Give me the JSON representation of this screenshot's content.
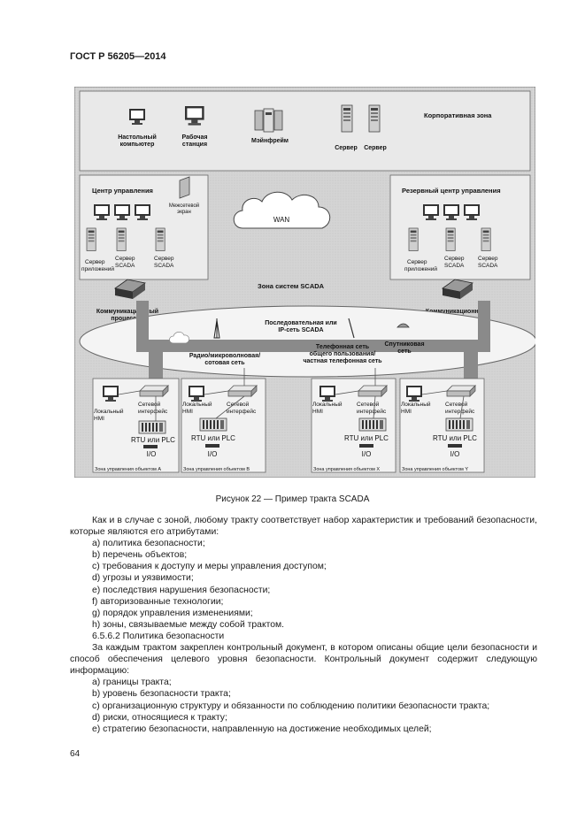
{
  "document": {
    "header": "ГОСТ Р 56205—2014",
    "page_number": "64"
  },
  "figure": {
    "corporate_zone": "Корпоративная зона",
    "desktop": [
      "Настольный",
      "компьютер"
    ],
    "workstation": [
      "Рабочая",
      "станция"
    ],
    "mainframe": "Мэйнфрейм",
    "server1": "Сервер",
    "server2": "Сервер",
    "control_center": "Центр управления",
    "backup_control_center": "Резервный центр управления",
    "firewall": [
      "Межсетевой",
      "экран"
    ],
    "wan": "WAN",
    "app_server": [
      "Сервер",
      "приложений"
    ],
    "scada_server": [
      "Сервер",
      "SCADA"
    ],
    "scada_zone": "Зона систем SCADA",
    "comm_processor": [
      "Коммуникационный",
      "процессор"
    ],
    "serial_ip": [
      "Последовательная или",
      "IP-сеть SCADA"
    ],
    "phone_net": [
      "Телефонная сеть",
      "общего пользования/",
      "частная телефонная сеть"
    ],
    "radio_net": [
      "Радио/микроволновая/",
      "сотовая сеть"
    ],
    "satellite": [
      "Спутниковая",
      "сеть"
    ],
    "local_hmi": [
      "Локальный",
      "HMI"
    ],
    "net_interface": [
      "Сетевой",
      "интерфейс"
    ],
    "rtu_plc": "RTU или PLC",
    "io": "I/O",
    "object_zones": [
      "Зона управления объектом A",
      "Зона управления объектом B",
      "Зона управления объектом X",
      "Зона управления объектом Y"
    ]
  },
  "caption": "Рисунок 22 — Пример тракта SCADA",
  "paragraphs": [
    {
      "kind": "para",
      "text": "Как и в случае с зоной, любому тракту соответствует набор характеристик и требований безопасности, которые являются его атрибутами:"
    },
    {
      "kind": "li",
      "text": "a) политика безопасности;"
    },
    {
      "kind": "li",
      "text": "b) перечень объектов;"
    },
    {
      "kind": "li",
      "text": "c) требования к доступу и меры управления доступом;"
    },
    {
      "kind": "li",
      "text": "d) угрозы и уязвимости;"
    },
    {
      "kind": "li",
      "text": "e) последствия нарушения безопасности;"
    },
    {
      "kind": "li",
      "text": "f) авторизованные технологии;"
    },
    {
      "kind": "li",
      "text": "g) порядок управления изменениями;"
    },
    {
      "kind": "li",
      "text": "h) зоны, связываемые между собой трактом."
    },
    {
      "kind": "li",
      "text": "6.5.6.2 Политика безопасности"
    },
    {
      "kind": "para",
      "text": "За каждым трактом закреплен контрольный документ, в котором описаны общие цели безопасности и способ обеспечения целевого уровня безопасности. Контрольный документ содержит следующую информацию:"
    },
    {
      "kind": "li",
      "text": "a) границы тракта;"
    },
    {
      "kind": "li",
      "text": "b) уровень безопасности тракта;"
    },
    {
      "kind": "li",
      "text": "c) организационную структуру и обязанности по соблюдению политики безопасности тракта;"
    },
    {
      "kind": "li",
      "text": "d) риски, относящиеся к тракту;"
    },
    {
      "kind": "li",
      "text": "e) стратегию безопасности, направленную на достижение необходимых целей;"
    }
  ]
}
